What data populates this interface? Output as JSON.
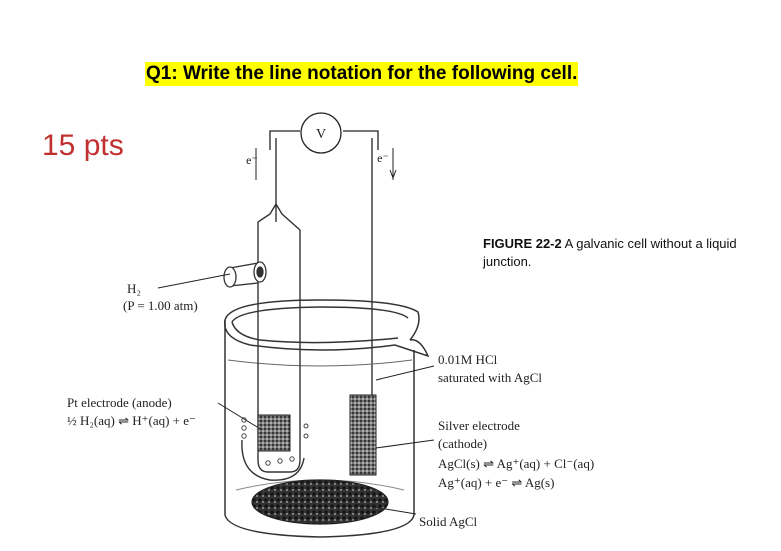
{
  "question": {
    "text": "Q1: Write the line notation for the following cell."
  },
  "points": {
    "text": "15 pts"
  },
  "figure": {
    "caption_label": "FIGURE 22-2",
    "caption_text": "A galvanic cell without a liquid junction.",
    "voltmeter": "V",
    "electron_left": "e⁻",
    "electron_right": "e⁻",
    "h2_label": "H₂",
    "pressure_label": "(P = 1.00 atm)",
    "pt_label": "Pt electrode (anode)",
    "pt_reaction": "½ H₂(aq) ⇌ H⁺(aq) + e⁻",
    "hcl_line1": "0.01M HCl",
    "hcl_line2": "saturated with AgCl",
    "silver_line1": "Silver electrode",
    "silver_line2": "(cathode)",
    "silver_reaction1": "AgCl(s) ⇌ Ag⁺(aq) + Cl⁻(aq)",
    "silver_reaction2": "Ag⁺(aq) + e⁻ ⇌ Ag(s)",
    "solid_label": "Solid AgCl"
  }
}
